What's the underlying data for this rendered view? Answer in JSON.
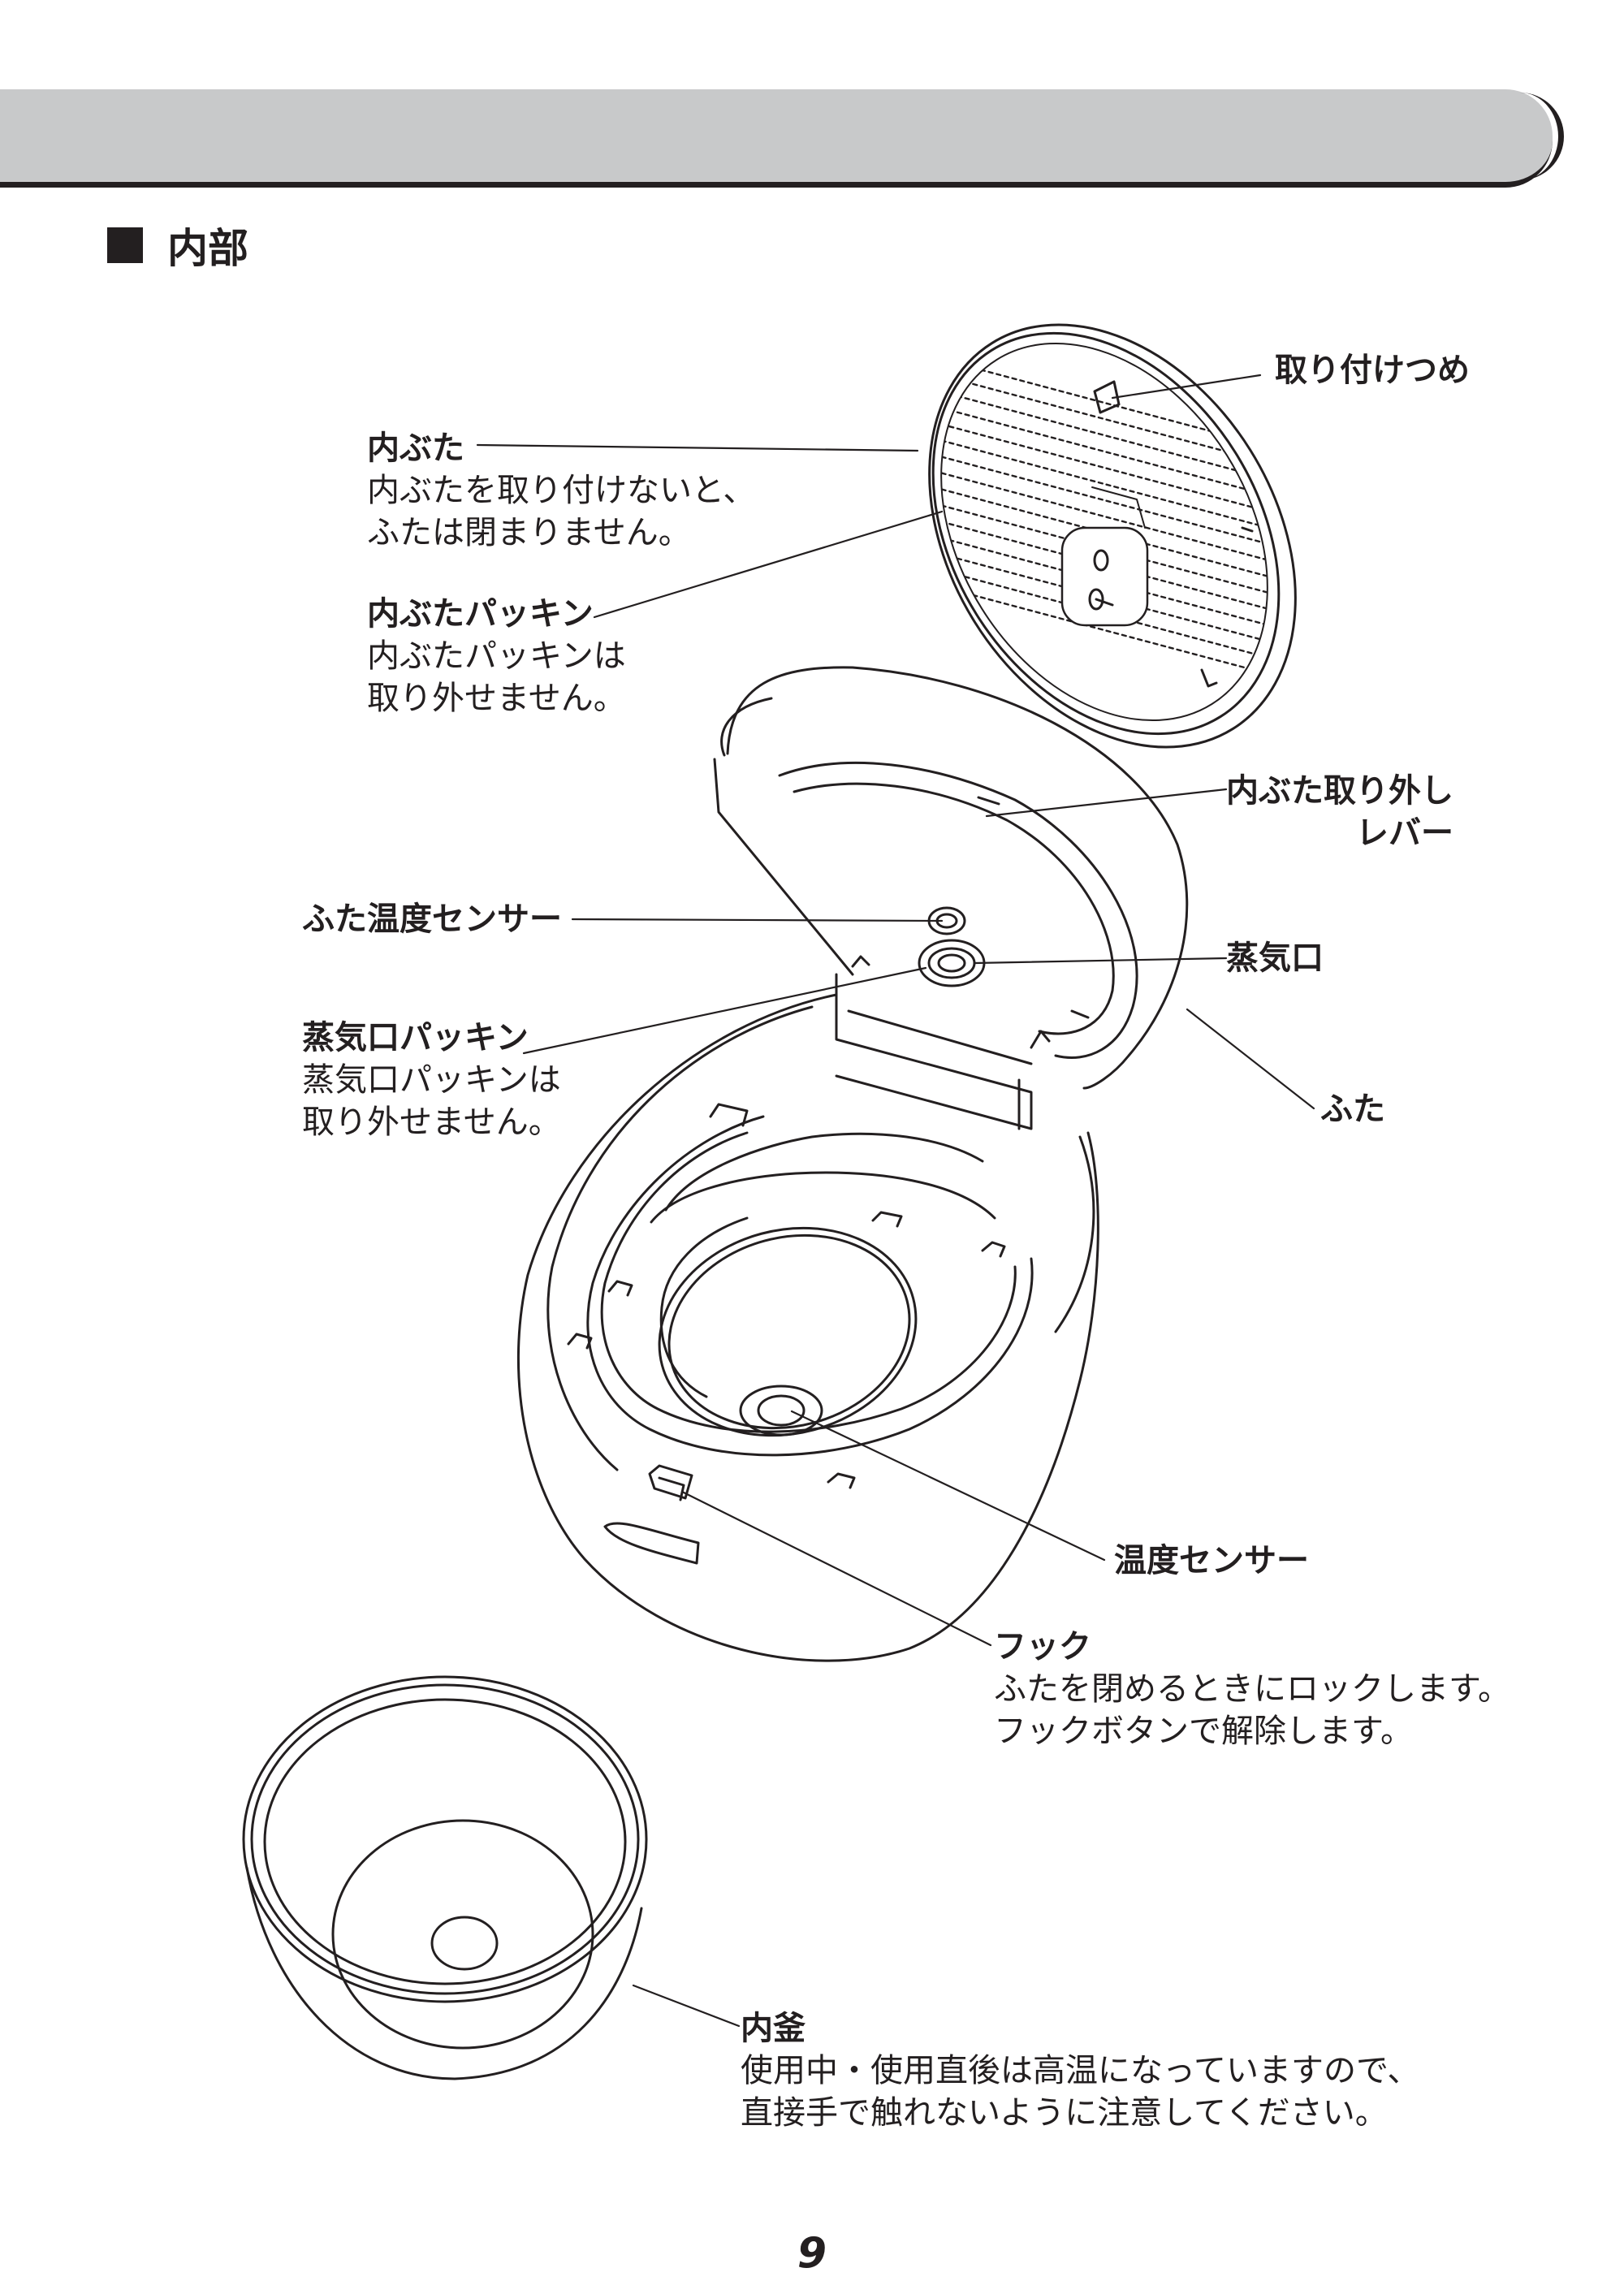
{
  "section": {
    "title": "内部"
  },
  "labels": {
    "inner_lid": {
      "title": "内ぶた",
      "desc1": "内ぶたを取り付けないと、",
      "desc2": "ふたは閉まりません。"
    },
    "inner_lid_packing": {
      "title": "内ぶたパッキン",
      "desc1": "内ぶたパッキンは",
      "desc2": "取り外せません。"
    },
    "mounting_claw": {
      "title": "取り付けつめ"
    },
    "release_lever": {
      "line1": "内ぶた取り外し",
      "line2": "レバー"
    },
    "lid_temp_sensor": {
      "title": "ふた温度センサー"
    },
    "steam_vent": {
      "title": "蒸気口"
    },
    "steam_vent_packing": {
      "title": "蒸気口パッキン",
      "desc1": "蒸気口パッキンは",
      "desc2": "取り外せません。"
    },
    "lid": {
      "title": "ふた"
    },
    "temp_sensor": {
      "title": "温度センサー"
    },
    "hook": {
      "title": "フック",
      "desc1": "ふたを閉めるときにロックします。",
      "desc2": "フックボタンで解除します。"
    },
    "inner_pot": {
      "title": "内釜",
      "desc1": "使用中・使用直後は高温になっていますので、",
      "desc2": "直接手で触れないように注意してください。"
    }
  },
  "page_number": "9"
}
